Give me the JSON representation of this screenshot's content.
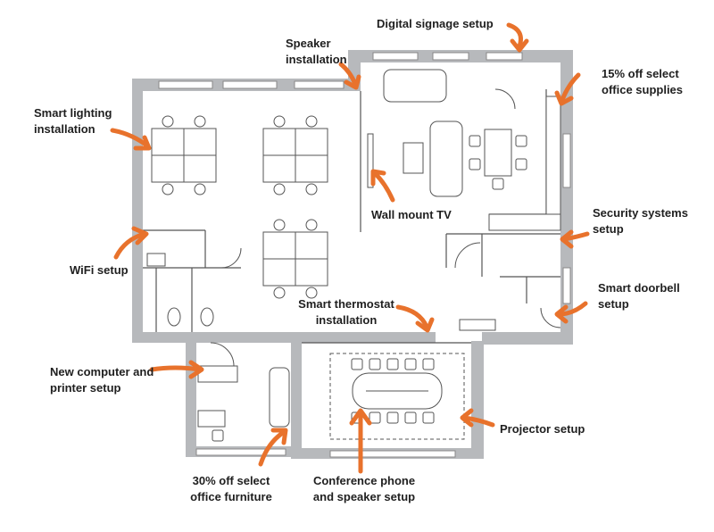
{
  "labels": {
    "digital_signage": "Digital signage setup",
    "speaker": "Speaker\ninstallation",
    "office_supplies": "15% off select\noffice supplies",
    "smart_lighting": "Smart lighting\ninstallation",
    "wall_mount_tv": "Wall mount TV",
    "security": "Security systems\nsetup",
    "wifi": "WiFi setup",
    "doorbell": "Smart doorbell\nsetup",
    "thermostat": "Smart thermostat\ninstallation",
    "computer": "New computer and\nprinter setup",
    "projector": "Projector setup",
    "furniture": "30% off select\noffice furniture",
    "conference_phone": "Conference phone\nand speaker setup"
  },
  "colors": {
    "arrow": "#e8722c",
    "wall": "#b7b9bc",
    "line": "#555555",
    "text": "#1f1f1f"
  }
}
